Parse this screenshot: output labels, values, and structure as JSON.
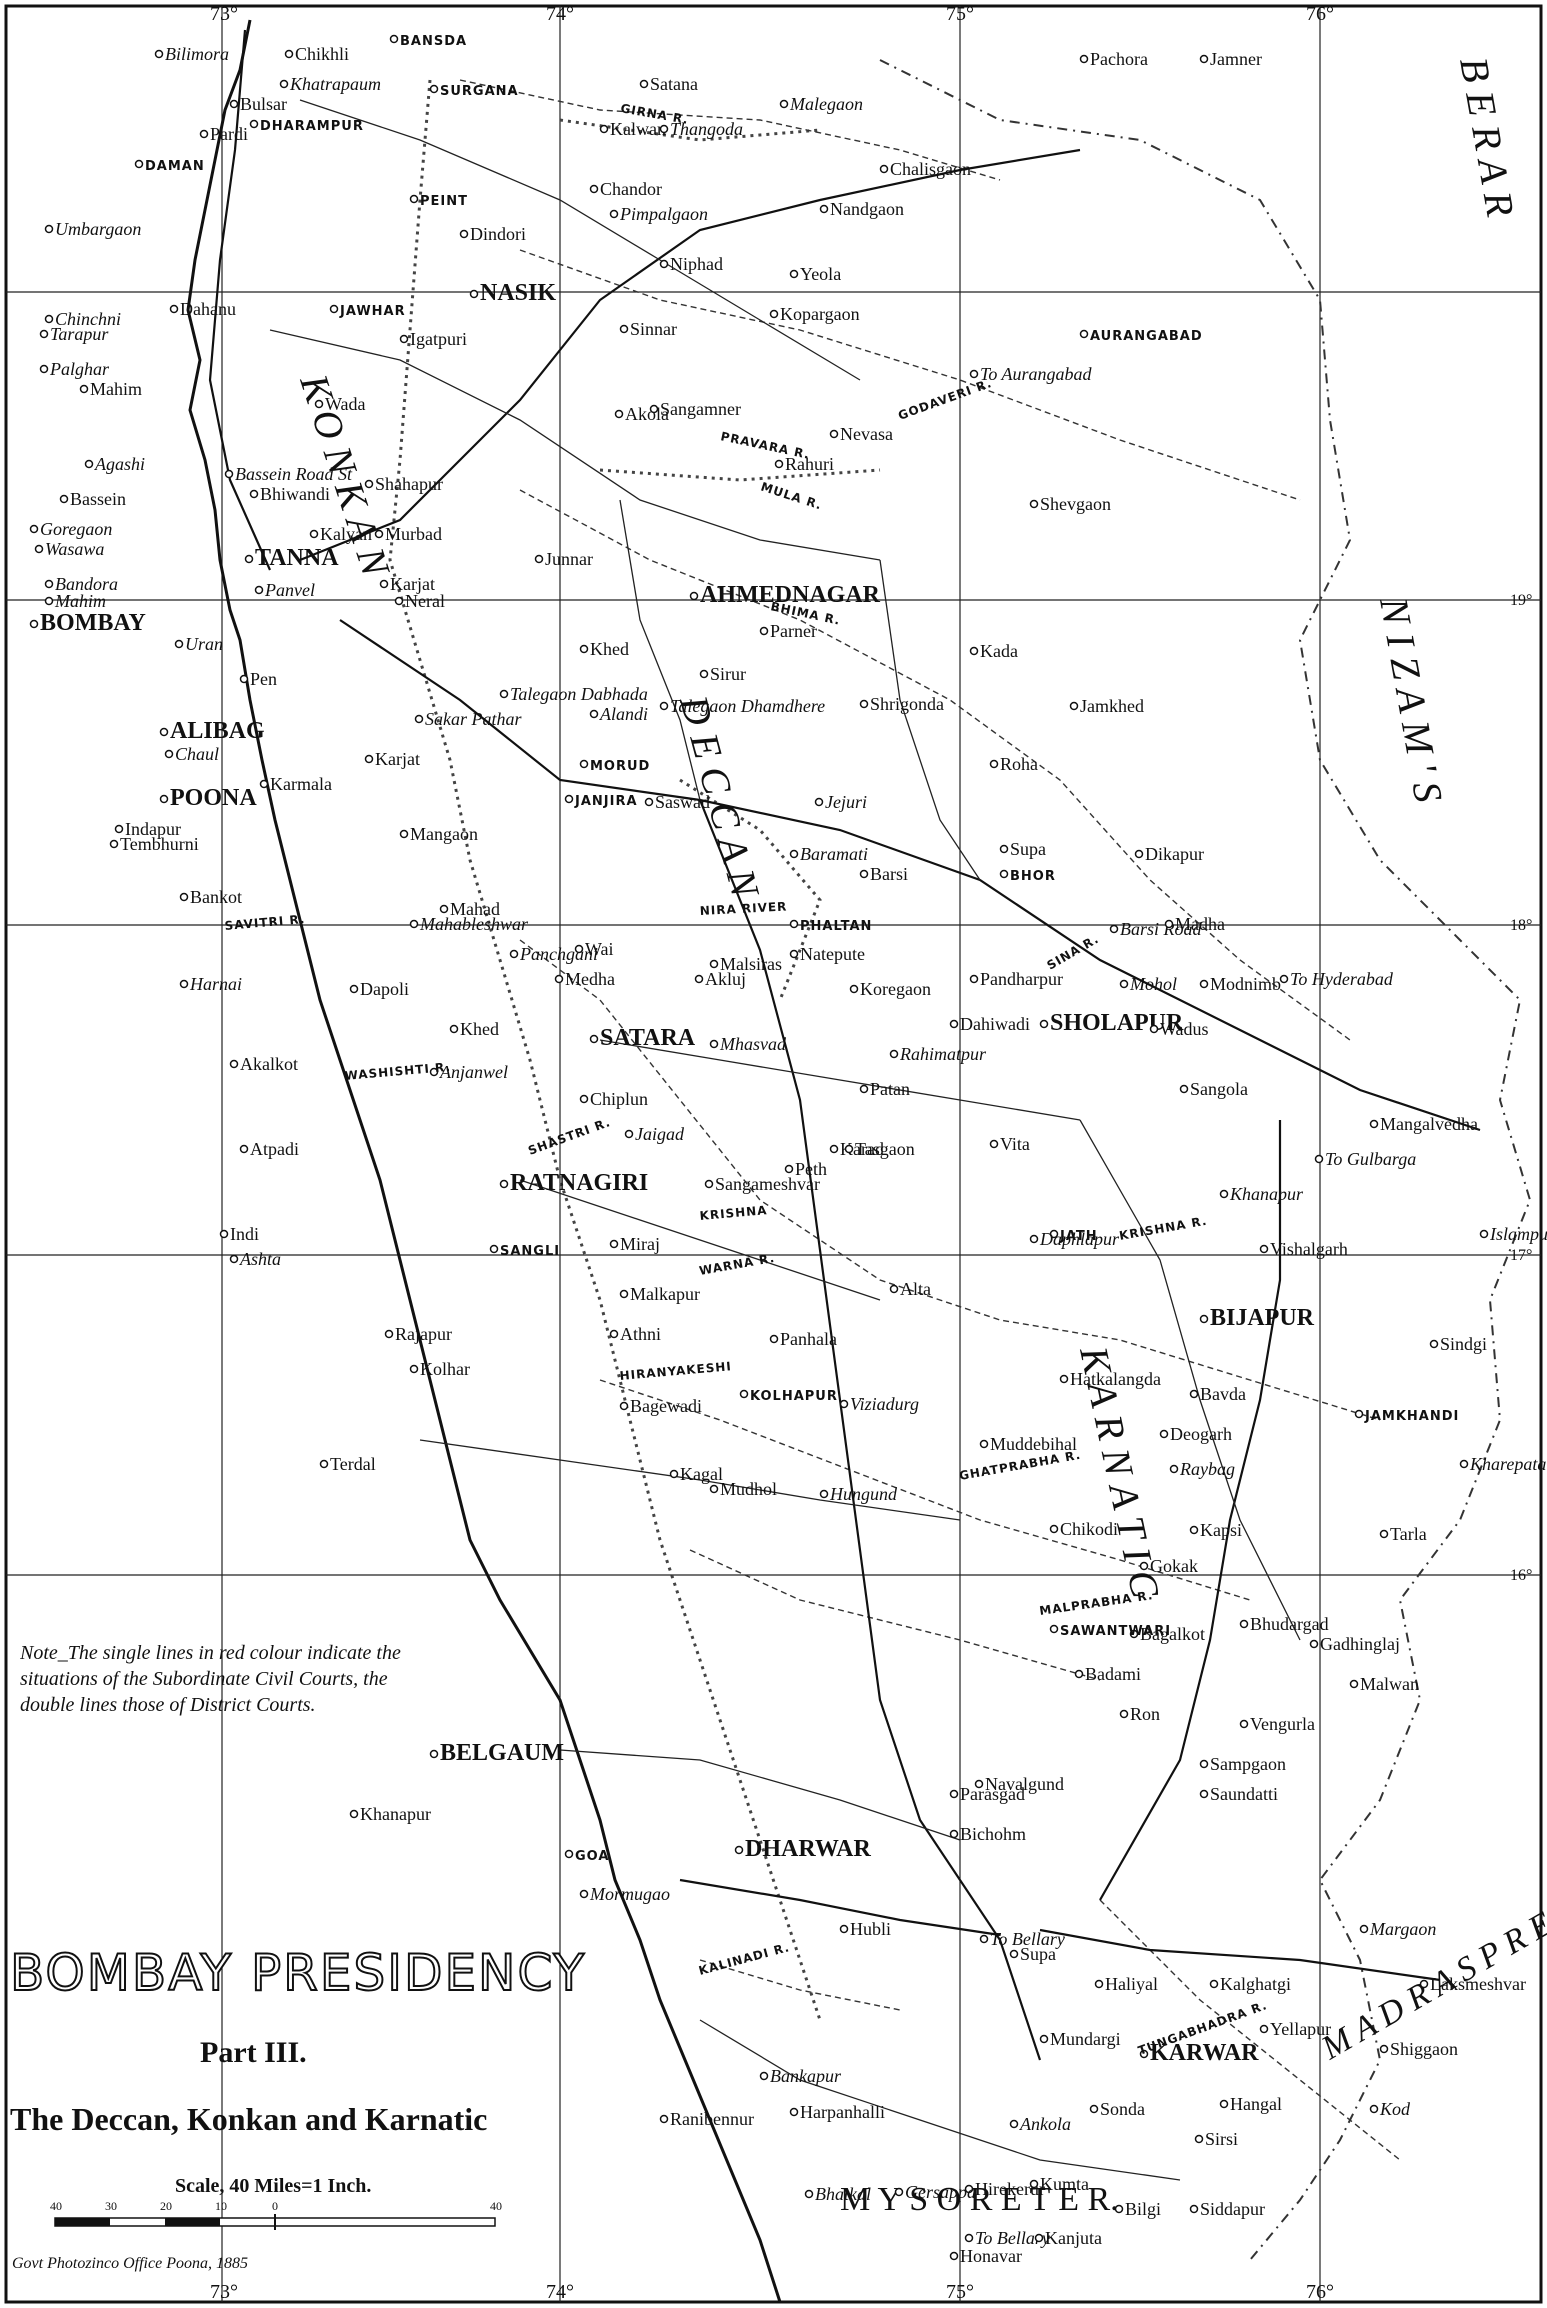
{
  "map": {
    "title": "BOMBAY PRESIDENCY",
    "part": "Part III.",
    "subtitle": "The Deccan, Konkan and Karnatic",
    "scale_label": "Scale, 40 Miles=1 Inch.",
    "scale_ticks": [
      "40",
      "30",
      "20",
      "10",
      "0",
      "40"
    ],
    "note": "Note_The single lines in red colour indicate the situations of the Subordinate Civil Courts, the double lines those of District Courts.",
    "credit": "Govt Photozinco Office Poona, 1885",
    "longitudes_top": [
      "73°",
      "74°",
      "75°",
      "76°"
    ],
    "longitudes_bottom": [
      "73°",
      "74°",
      "75°",
      "76°"
    ],
    "latitudes_right": [
      "19°",
      "18°",
      "17°",
      "16°"
    ]
  },
  "regions": [
    {
      "name": "region-konkan",
      "label": "K O N K A N"
    },
    {
      "name": "region-deccan",
      "label": "D E C C A N"
    },
    {
      "name": "region-karnatic",
      "label": "K A R N A T I C"
    },
    {
      "name": "region-berar",
      "label": "B E R A R"
    },
    {
      "name": "region-nizam",
      "label": "N I Z A M ' S"
    },
    {
      "name": "region-mysore",
      "label": "M Y S O R E   T E R."
    },
    {
      "name": "region-madras",
      "label": "M A D R A S   P R E S Y"
    }
  ],
  "places": [
    {
      "name": "Bilimora",
      "style": "it"
    },
    {
      "name": "Chikhli",
      "style": ""
    },
    {
      "name": "BANSDA",
      "style": "caps"
    },
    {
      "name": "Khatrapaum",
      "style": "it"
    },
    {
      "name": "SURGANA",
      "style": "caps"
    },
    {
      "name": "Satana",
      "style": ""
    },
    {
      "name": "Malegaon",
      "style": "it"
    },
    {
      "name": "Pachora",
      "style": ""
    },
    {
      "name": "Jamner",
      "style": ""
    },
    {
      "name": "Bulsar",
      "style": ""
    },
    {
      "name": "DHARAMPUR",
      "style": "caps"
    },
    {
      "name": "Kalwan",
      "style": ""
    },
    {
      "name": "Thangoda",
      "style": "it"
    },
    {
      "name": "Pardi",
      "style": ""
    },
    {
      "name": "DAMAN",
      "style": "caps"
    },
    {
      "name": "Chandor",
      "style": ""
    },
    {
      "name": "Chalisgaon",
      "style": ""
    },
    {
      "name": "PEINT",
      "style": "caps"
    },
    {
      "name": "Pimpalgaon",
      "style": "it"
    },
    {
      "name": "Nandgaon",
      "style": ""
    },
    {
      "name": "Umbargaon",
      "style": "it"
    },
    {
      "name": "Dindori",
      "style": ""
    },
    {
      "name": "Niphad",
      "style": ""
    },
    {
      "name": "Yeola",
      "style": ""
    },
    {
      "name": "Chinchni",
      "style": "it"
    },
    {
      "name": "Dahanu",
      "style": ""
    },
    {
      "name": "JAWHAR",
      "style": "caps"
    },
    {
      "name": "NASIK",
      "style": "bold"
    },
    {
      "name": "Kopargaon",
      "style": ""
    },
    {
      "name": "AURANGABAD",
      "style": "caps"
    },
    {
      "name": "Tarapur",
      "style": "it"
    },
    {
      "name": "Sinnar",
      "style": ""
    },
    {
      "name": "To Aurangabad",
      "style": "it"
    },
    {
      "name": "Palghar",
      "style": "it"
    },
    {
      "name": "Mahim",
      "style": ""
    },
    {
      "name": "Igatpuri",
      "style": ""
    },
    {
      "name": "Wada",
      "style": ""
    },
    {
      "name": "Sangamner",
      "style": ""
    },
    {
      "name": "Akola",
      "style": ""
    },
    {
      "name": "Nevasa",
      "style": ""
    },
    {
      "name": "Agashi",
      "style": "it"
    },
    {
      "name": "Shahapur",
      "style": ""
    },
    {
      "name": "Rahuri",
      "style": ""
    },
    {
      "name": "Shevgaon",
      "style": ""
    },
    {
      "name": "Bassein",
      "style": ""
    },
    {
      "name": "Bassein Road St",
      "style": "it"
    },
    {
      "name": "Bhiwandi",
      "style": ""
    },
    {
      "name": "Goregaon",
      "style": "it"
    },
    {
      "name": "Kalyan",
      "style": ""
    },
    {
      "name": "Murbad",
      "style": ""
    },
    {
      "name": "Junnar",
      "style": ""
    },
    {
      "name": "Wasawa",
      "style": "it"
    },
    {
      "name": "TANNA",
      "style": "bold"
    },
    {
      "name": "AHMEDNAGAR",
      "style": "bold"
    },
    {
      "name": "Bandora",
      "style": "it"
    },
    {
      "name": "Mahim",
      "style": "it"
    },
    {
      "name": "Karjat",
      "style": ""
    },
    {
      "name": "Neral",
      "style": ""
    },
    {
      "name": "BOMBAY",
      "style": "bold"
    },
    {
      "name": "Panvel",
      "style": "it"
    },
    {
      "name": "Khed",
      "style": ""
    },
    {
      "name": "Parner",
      "style": ""
    },
    {
      "name": "Uran",
      "style": "it"
    },
    {
      "name": "Talegaon Dabhada",
      "style": "it"
    },
    {
      "name": "Sirur",
      "style": ""
    },
    {
      "name": "Alandi",
      "style": "it"
    },
    {
      "name": "Talegaon Dhamdhere",
      "style": "it"
    },
    {
      "name": "Shrigonda",
      "style": ""
    },
    {
      "name": "Kada",
      "style": ""
    },
    {
      "name": "Jamkhed",
      "style": ""
    },
    {
      "name": "ALIBAG",
      "style": "bold"
    },
    {
      "name": "Pen",
      "style": ""
    },
    {
      "name": "Sakar Pathar",
      "style": "it"
    },
    {
      "name": "Chaul",
      "style": "it"
    },
    {
      "name": "Karjat",
      "style": ""
    },
    {
      "name": "Roha",
      "style": ""
    },
    {
      "name": "POONA",
      "style": "bold"
    },
    {
      "name": "Karmala",
      "style": ""
    },
    {
      "name": "MORUD",
      "style": "caps"
    },
    {
      "name": "JANJIRA",
      "style": "caps"
    },
    {
      "name": "Saswad",
      "style": ""
    },
    {
      "name": "Jejuri",
      "style": "it"
    },
    {
      "name": "Supa",
      "style": ""
    },
    {
      "name": "Indapur",
      "style": ""
    },
    {
      "name": "Tembhurni",
      "style": ""
    },
    {
      "name": "Mangaon",
      "style": ""
    },
    {
      "name": "Baramati",
      "style": "it"
    },
    {
      "name": "Barsi",
      "style": ""
    },
    {
      "name": "BHOR",
      "style": "caps"
    },
    {
      "name": "Dikapur",
      "style": ""
    },
    {
      "name": "Bankot",
      "style": ""
    },
    {
      "name": "Mahad",
      "style": ""
    },
    {
      "name": "Mahableshwar",
      "style": "it"
    },
    {
      "name": "PHALTAN",
      "style": "caps"
    },
    {
      "name": "Barsi Road",
      "style": "it"
    },
    {
      "name": "Madha",
      "style": ""
    },
    {
      "name": "Panchgani",
      "style": "it"
    },
    {
      "name": "Wai",
      "style": ""
    },
    {
      "name": "Natepute",
      "style": ""
    },
    {
      "name": "Mohol",
      "style": "it"
    },
    {
      "name": "Modnimb",
      "style": ""
    },
    {
      "name": "To Hyderabad",
      "style": "it"
    },
    {
      "name": "Harnai",
      "style": "it"
    },
    {
      "name": "Dapoli",
      "style": ""
    },
    {
      "name": "Medha",
      "style": ""
    },
    {
      "name": "Akluj",
      "style": ""
    },
    {
      "name": "Malsiras",
      "style": ""
    },
    {
      "name": "Pandharpur",
      "style": ""
    },
    {
      "name": "Koregaon",
      "style": ""
    },
    {
      "name": "Dahiwadi",
      "style": ""
    },
    {
      "name": "SHOLAPUR",
      "style": "bold"
    },
    {
      "name": "Khed",
      "style": ""
    },
    {
      "name": "SATARA",
      "style": "bold"
    },
    {
      "name": "Mhasvad",
      "style": "it"
    },
    {
      "name": "Rahimatpur",
      "style": "it"
    },
    {
      "name": "Wadus",
      "style": ""
    },
    {
      "name": "Sangola",
      "style": ""
    },
    {
      "name": "Mangalvedha",
      "style": ""
    },
    {
      "name": "Akalkot",
      "style": ""
    },
    {
      "name": "Anjanwel",
      "style": "it"
    },
    {
      "name": "Chiplun",
      "style": ""
    },
    {
      "name": "Patan",
      "style": ""
    },
    {
      "name": "Atpadi",
      "style": ""
    },
    {
      "name": "Jaigad",
      "style": "it"
    },
    {
      "name": "Karad",
      "style": ""
    },
    {
      "name": "Vita",
      "style": ""
    },
    {
      "name": "Khanapur",
      "style": "it"
    },
    {
      "name": "To Gulbarga",
      "style": "it"
    },
    {
      "name": "Indi",
      "style": ""
    },
    {
      "name": "RATNAGIRI",
      "style": "bold"
    },
    {
      "name": "Sangameshvar",
      "style": ""
    },
    {
      "name": "Peth",
      "style": ""
    },
    {
      "name": "Tasgaon",
      "style": ""
    },
    {
      "name": "JATH",
      "style": "caps"
    },
    {
      "name": "Vishalgarh",
      "style": ""
    },
    {
      "name": "Islampur",
      "style": "it"
    },
    {
      "name": "Ashta",
      "style": "it"
    },
    {
      "name": "SANGLI",
      "style": "caps"
    },
    {
      "name": "Miraj",
      "style": ""
    },
    {
      "name": "Daphlapur",
      "style": "it"
    },
    {
      "name": "BIJAPUR",
      "style": "bold"
    },
    {
      "name": "Sindgi",
      "style": ""
    },
    {
      "name": "Rajapur",
      "style": ""
    },
    {
      "name": "Malkapur",
      "style": ""
    },
    {
      "name": "Panhala",
      "style": ""
    },
    {
      "name": "Alta",
      "style": ""
    },
    {
      "name": "Hatkalangda",
      "style": ""
    },
    {
      "name": "Athni",
      "style": ""
    },
    {
      "name": "Kolhar",
      "style": ""
    },
    {
      "name": "Bagewadi",
      "style": ""
    },
    {
      "name": "KOLHAPUR",
      "style": "caps"
    },
    {
      "name": "Viziadurg",
      "style": "it"
    },
    {
      "name": "Bavda",
      "style": ""
    },
    {
      "name": "Kagal",
      "style": ""
    },
    {
      "name": "Raybag",
      "style": "it"
    },
    {
      "name": "JAMKHANDI",
      "style": "caps"
    },
    {
      "name": "Kharepatan",
      "style": "it"
    },
    {
      "name": "Terdal",
      "style": ""
    },
    {
      "name": "Mudhol",
      "style": ""
    },
    {
      "name": "Hungund",
      "style": "it"
    },
    {
      "name": "Muddebihal",
      "style": ""
    },
    {
      "name": "Deogarh",
      "style": ""
    },
    {
      "name": "Tarla",
      "style": ""
    },
    {
      "name": "Kapsi",
      "style": ""
    },
    {
      "name": "Chikodi",
      "style": ""
    },
    {
      "name": "Gokak",
      "style": ""
    },
    {
      "name": "Bagalkot",
      "style": ""
    },
    {
      "name": "Bhudargad",
      "style": ""
    },
    {
      "name": "Gadhinglaj",
      "style": ""
    },
    {
      "name": "Malwan",
      "style": ""
    },
    {
      "name": "SAWANTWARI",
      "style": "caps"
    },
    {
      "name": "Badami",
      "style": ""
    },
    {
      "name": "Ron",
      "style": ""
    },
    {
      "name": "Vengurla",
      "style": ""
    },
    {
      "name": "BELGAUM",
      "style": "bold"
    },
    {
      "name": "Parasgad",
      "style": ""
    },
    {
      "name": "Saundatti",
      "style": ""
    },
    {
      "name": "Navalgund",
      "style": ""
    },
    {
      "name": "Sampgaon",
      "style": ""
    },
    {
      "name": "Bichohm",
      "style": ""
    },
    {
      "name": "Khanapur",
      "style": ""
    },
    {
      "name": "GOA",
      "style": "caps"
    },
    {
      "name": "Mormugao",
      "style": "it"
    },
    {
      "name": "DHARWAR",
      "style": "bold"
    },
    {
      "name": "Hubli",
      "style": ""
    },
    {
      "name": "To Bellary",
      "style": "it"
    },
    {
      "name": "Margaon",
      "style": "it"
    },
    {
      "name": "Supa",
      "style": ""
    },
    {
      "name": "Haliyal",
      "style": ""
    },
    {
      "name": "Kalghatgi",
      "style": ""
    },
    {
      "name": "Laksmeshvar",
      "style": ""
    },
    {
      "name": "Mundargi",
      "style": ""
    },
    {
      "name": "KARWAR",
      "style": "bold"
    },
    {
      "name": "Yellapur",
      "style": ""
    },
    {
      "name": "Shiggaon",
      "style": ""
    },
    {
      "name": "Bankapur",
      "style": "it"
    },
    {
      "name": "Ranibennur",
      "style": ""
    },
    {
      "name": "Sonda",
      "style": ""
    },
    {
      "name": "Hangal",
      "style": ""
    },
    {
      "name": "Harpanhalli",
      "style": ""
    },
    {
      "name": "Ankola",
      "style": "it"
    },
    {
      "name": "Sirsi",
      "style": ""
    },
    {
      "name": "Kod",
      "style": "it"
    },
    {
      "name": "Hirekerur",
      "style": ""
    },
    {
      "name": "Kumta",
      "style": ""
    },
    {
      "name": "Bilgi",
      "style": ""
    },
    {
      "name": "Siddapur",
      "style": ""
    },
    {
      "name": "Gersappa",
      "style": "it"
    },
    {
      "name": "Honavar",
      "style": ""
    },
    {
      "name": "Bhatkal",
      "style": "it"
    },
    {
      "name": "To Bellary",
      "style": "it"
    },
    {
      "name": "Kanjuta",
      "style": ""
    }
  ],
  "rivers": [
    "GIRNA R.",
    "MULA R.",
    "BHIMA R.",
    "PRAVARA R.",
    "GODAVERI R.",
    "SAVITRI R.",
    "NIRA RIVER",
    "WASHISHTI R.",
    "SHASTRI R.",
    "KRISHNA",
    "WARNA R.",
    "KRISHNA R.",
    "HIRANYAKESHI",
    "GHATPRABHA R.",
    "MALPRABHA R.",
    "KALINADI R.",
    "TUNGABHADRA R.",
    "SINA R."
  ]
}
